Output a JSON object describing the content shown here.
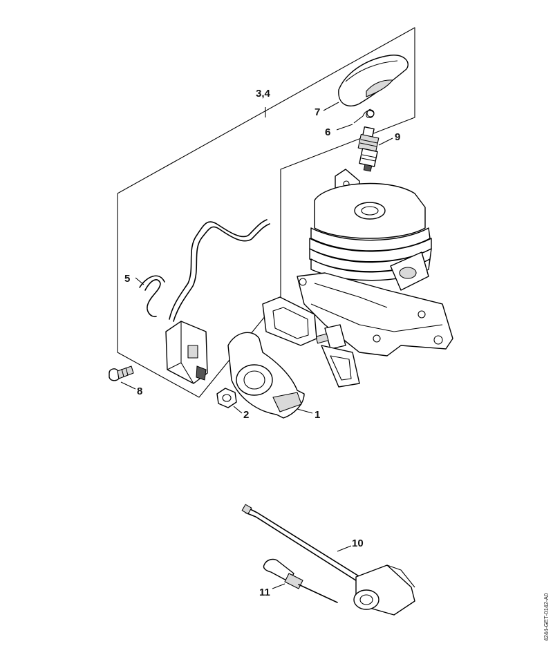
{
  "callouts": {
    "c1": "1",
    "c2": "2",
    "c34": "3,4",
    "c5": "5",
    "c6": "6",
    "c7": "7",
    "c8": "8",
    "c9": "9",
    "c10": "10",
    "c11": "11"
  },
  "document_id": "4244-GET-0142-A0",
  "colors": {
    "line": "#000000",
    "background": "#ffffff",
    "shade": "#d9d9d9"
  }
}
